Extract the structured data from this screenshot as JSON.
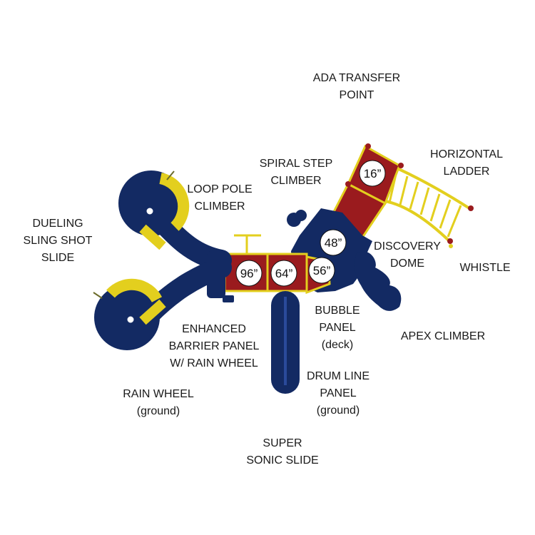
{
  "colors": {
    "blue": "#132a63",
    "yellow": "#e3cf1e",
    "red": "#9a1b1e",
    "background": "#ffffff"
  },
  "labels": [
    {
      "id": "ada-transfer-point",
      "lines": [
        "ADA TRANSFER",
        "POINT"
      ]
    },
    {
      "id": "horizontal-ladder",
      "lines": [
        "HORIZONTAL",
        "LADDER"
      ]
    },
    {
      "id": "spiral-step-climber",
      "lines": [
        "SPIRAL STEP",
        "CLIMBER"
      ]
    },
    {
      "id": "loop-pole-climber",
      "lines": [
        "LOOP POLE",
        "CLIMBER"
      ]
    },
    {
      "id": "dueling-sling-shot-slide",
      "lines": [
        "DUELING",
        "SLING SHOT",
        "SLIDE"
      ]
    },
    {
      "id": "discovery-dome",
      "lines": [
        "DISCOVERY",
        "DOME"
      ]
    },
    {
      "id": "whistle",
      "lines": [
        "WHISTLE"
      ]
    },
    {
      "id": "bubble-panel",
      "lines": [
        "BUBBLE",
        "PANEL",
        "(deck)"
      ]
    },
    {
      "id": "apex-climber",
      "lines": [
        "APEX CLIMBER"
      ]
    },
    {
      "id": "enhanced-barrier-panel",
      "lines": [
        "ENHANCED",
        "BARRIER PANEL",
        "W/ RAIN WHEEL"
      ]
    },
    {
      "id": "drum-line-panel",
      "lines": [
        "DRUM LINE",
        "PANEL",
        "(ground)"
      ]
    },
    {
      "id": "rain-wheel",
      "lines": [
        "RAIN WHEEL",
        "(ground)"
      ]
    },
    {
      "id": "super-sonic-slide",
      "lines": [
        "SUPER",
        "SONIC SLIDE"
      ]
    }
  ],
  "deck_heights": [
    {
      "id": "deck-16",
      "text": "16”"
    },
    {
      "id": "deck-48",
      "text": "48”"
    },
    {
      "id": "deck-96",
      "text": "96”"
    },
    {
      "id": "deck-64",
      "text": "64”"
    },
    {
      "id": "deck-56",
      "text": "56”"
    }
  ]
}
